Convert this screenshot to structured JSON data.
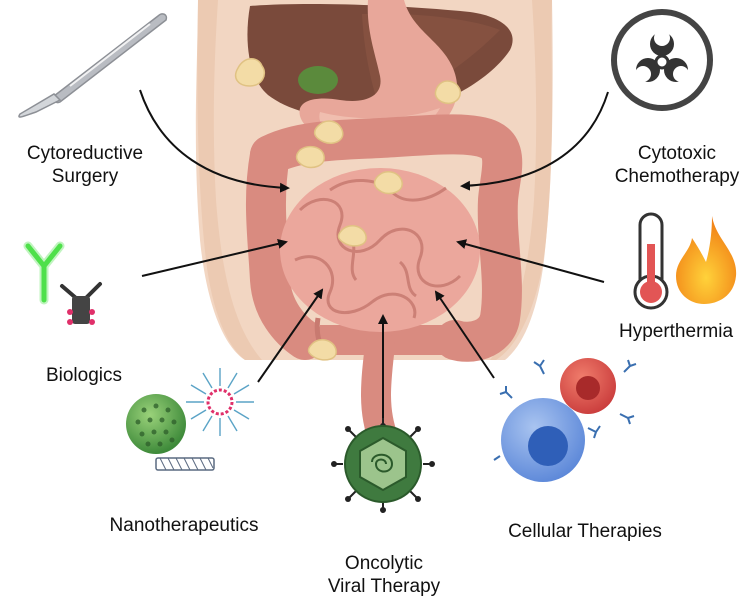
{
  "colors": {
    "skin": "#f2d6c2",
    "skin_shadow": "#e9c4ab",
    "liver": "#7a4a3b",
    "stomach": "#e8a79a",
    "colon": "#d98b80",
    "small_intestine": "#eba79c",
    "tumor": "#f3dca6",
    "arrow": "#111111",
    "antibody_green": "#4ee04a",
    "virus": "#3f7a3f",
    "cell_blue": "#5a86d8",
    "cell_red": "#d94848",
    "fire": "#f59a1a"
  },
  "treatments": [
    {
      "id": "surgery",
      "icon": "scalpel-icon",
      "lines": [
        "Cytoreductive",
        "Surgery"
      ]
    },
    {
      "id": "chemo",
      "icon": "biohazard-icon",
      "lines": [
        "Cytotoxic",
        "Chemotherapy"
      ]
    },
    {
      "id": "biologics",
      "icon": "antibody-icon",
      "lines": [
        "Biologics"
      ]
    },
    {
      "id": "hyperthermia",
      "icon": "thermometer-flame-icon",
      "lines": [
        "Hyperthermia"
      ]
    },
    {
      "id": "nano",
      "icon": "nanoparticle-icon",
      "lines": [
        "Nanotherapeutics"
      ]
    },
    {
      "id": "cellular",
      "icon": "immune-cells-icon",
      "lines": [
        "Cellular Therapies"
      ]
    },
    {
      "id": "viral",
      "icon": "virus-icon",
      "lines": [
        "Oncolytic",
        "Viral Therapy"
      ]
    }
  ]
}
